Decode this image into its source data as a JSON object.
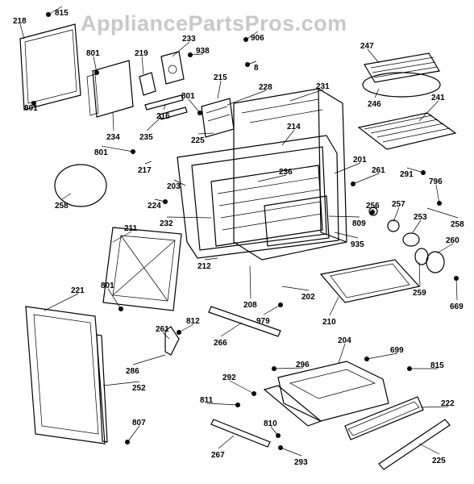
{
  "watermark": "AppliancePartsPros.com",
  "diagram": {
    "callouts": [
      "815",
      "218",
      "233",
      "906",
      "938",
      "8",
      "247",
      "801",
      "219",
      "215",
      "228",
      "231",
      "801",
      "246",
      "241",
      "216",
      "801",
      "234",
      "235",
      "225",
      "214",
      "201",
      "261",
      "291",
      "796",
      "801",
      "217",
      "203",
      "236",
      "224",
      "256",
      "257",
      "253",
      "258",
      "258",
      "232",
      "809",
      "935",
      "260",
      "211",
      "259",
      "212",
      "669",
      "801",
      "208",
      "202",
      "210",
      "221",
      "261",
      "812",
      "979",
      "266",
      "204",
      "699",
      "286",
      "296",
      "815",
      "292",
      "252",
      "811",
      "222",
      "807",
      "810",
      "267",
      "293",
      "225"
    ],
    "icon": "screw-icon"
  }
}
